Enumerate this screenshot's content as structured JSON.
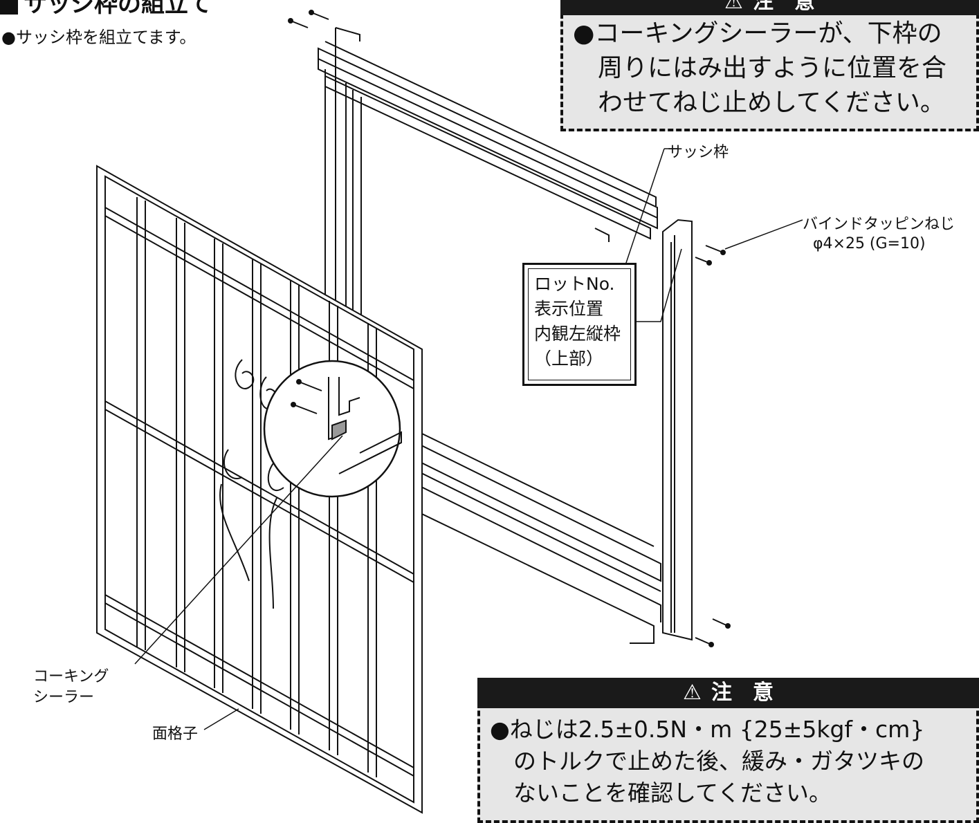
{
  "heading": {
    "title": "サッシ枠の組立て",
    "subtitle": "●サッシ枠を組立てます。"
  },
  "caution_top": {
    "header": "注　意",
    "warning_icon": "warning-triangle-icon",
    "lines": [
      "●コーキングシーラーが、下枠の",
      "周りにはみ出すように位置を合",
      "わせてねじ止めしてください。"
    ]
  },
  "caution_bottom": {
    "header": "注　意",
    "warning_icon": "warning-triangle-icon",
    "lines": [
      "●ねじは2.5±0.5N・m {25±5kgf・cm}",
      "のトルクで止めた後、緩み・ガタツキの",
      "ないことを確認してください。"
    ]
  },
  "labels": {
    "sash_frame": "サッシ枠",
    "screw_name": "バインドタッピンねじ",
    "screw_spec": "φ4×25 (G=10)",
    "lot_box": [
      "ロットNo.",
      "表示位置",
      "内観左縦枠",
      "（上部）"
    ],
    "caulking_1": "コーキング",
    "caulking_2": "シーラー",
    "grille": "面格子"
  },
  "colors": {
    "caution_bg": "#e6e6e6",
    "caution_header": "#1a1a1a",
    "line": "#111111"
  }
}
